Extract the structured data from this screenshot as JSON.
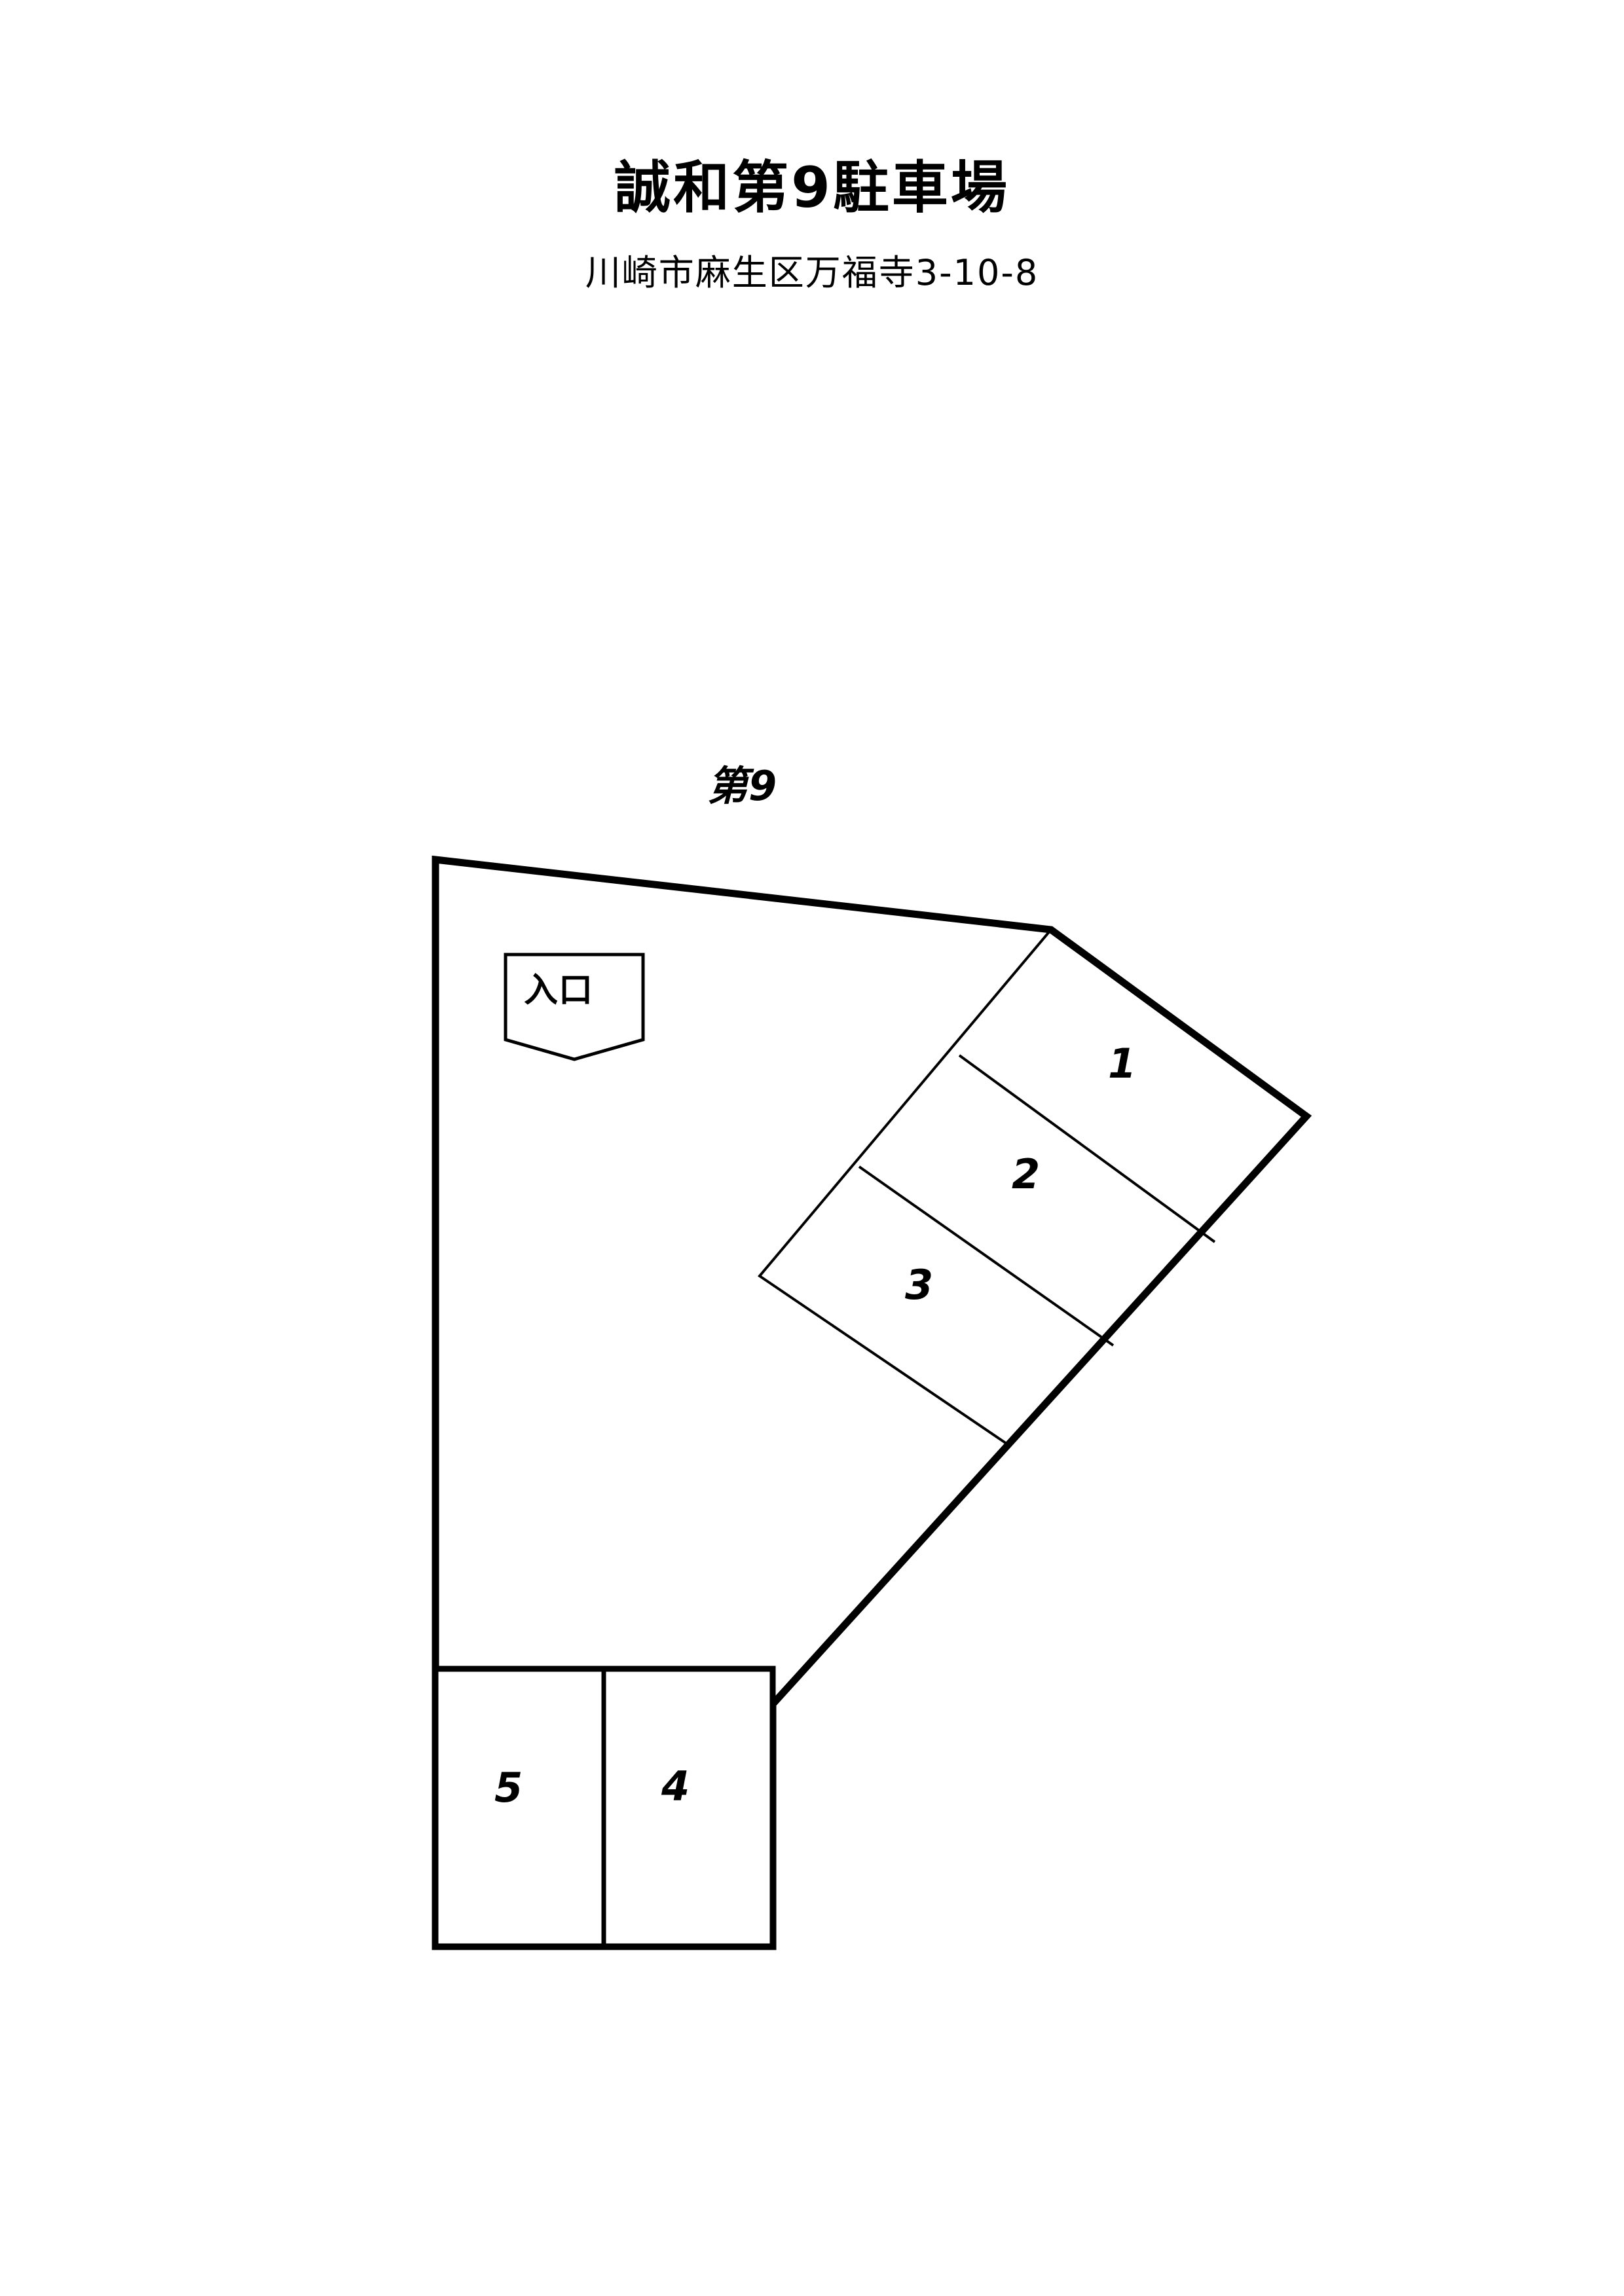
{
  "document": {
    "title": "誠和第9駐車場",
    "address": "川崎市麻生区万福寺3-10-8"
  },
  "plan": {
    "label": "第9",
    "entrance_label": "入口",
    "stalls": [
      {
        "number": "1"
      },
      {
        "number": "2"
      },
      {
        "number": "3"
      },
      {
        "number": "4"
      },
      {
        "number": "5"
      }
    ],
    "colors": {
      "ink": "#000000",
      "paper": "#ffffff"
    }
  }
}
